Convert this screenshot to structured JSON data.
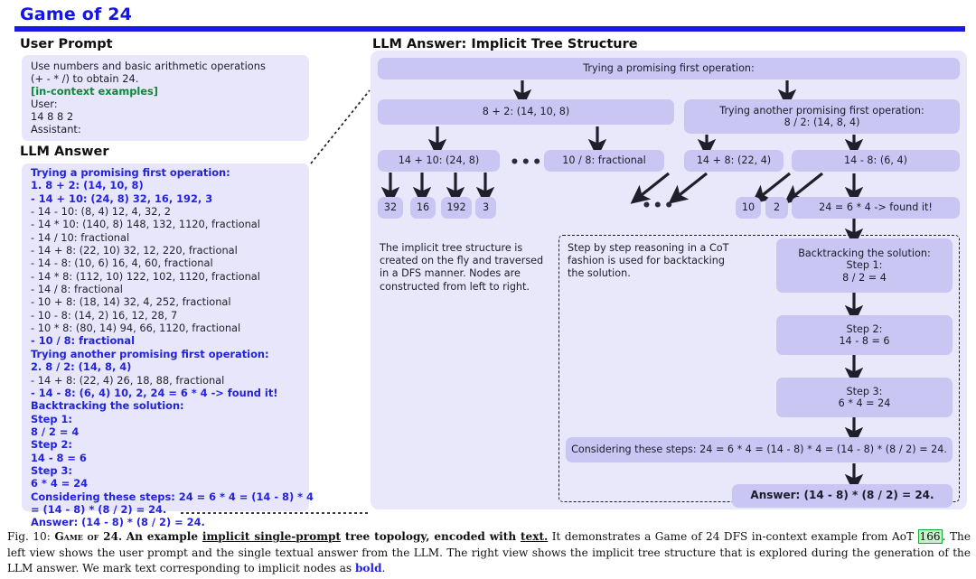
{
  "figure": {
    "title": "Game of 24",
    "accent_color": "#1a1ae8",
    "node_color": "#c9c6f4",
    "panel_color": "#e9e8fb",
    "box_color": "#e7e6fb"
  },
  "left": {
    "user_prompt_heading": "User Prompt",
    "llm_answer_heading": "LLM Answer",
    "prompt": {
      "line1": "Use numbers and basic arithmetic operations",
      "line2": "(+ - * /) to obtain 24.",
      "incontext": "[in-context examples]",
      "line4": "User:",
      "line5": "14 8 8 2",
      "line6": "Assistant:"
    },
    "answer_lines": [
      {
        "text": "Trying a promising first operation:",
        "bold": true
      },
      {
        "text": "1. 8 + 2: (14, 10, 8)",
        "bold": true
      },
      {
        "text": "- 14 + 10: (24, 8) 32, 16, 192, 3",
        "bold": true
      },
      {
        "text": "- 14 - 10: (8, 4) 12, 4, 32, 2",
        "bold": false
      },
      {
        "text": "- 14 * 10: (140, 8) 148, 132, 1120, fractional",
        "bold": false
      },
      {
        "text": "- 14 / 10: fractional",
        "bold": false
      },
      {
        "text": "- 14 + 8: (22, 10) 32, 12, 220, fractional",
        "bold": false
      },
      {
        "text": "- 14 - 8: (10, 6) 16, 4, 60, fractional",
        "bold": false
      },
      {
        "text": "- 14 * 8: (112, 10) 122, 102, 1120, fractional",
        "bold": false
      },
      {
        "text": "- 14 / 8: fractional",
        "bold": false
      },
      {
        "text": "- 10 + 8: (18, 14) 32, 4, 252, fractional",
        "bold": false
      },
      {
        "text": "- 10 - 8: (14, 2) 16, 12, 28, 7",
        "bold": false
      },
      {
        "text": "- 10 * 8: (80, 14) 94, 66, 1120, fractional",
        "bold": false
      },
      {
        "text": "- 10 / 8: fractional",
        "bold": true
      },
      {
        "text": "Trying another promising first operation:",
        "bold": true
      },
      {
        "text": "2. 8 / 2: (14, 8, 4)",
        "bold": true
      },
      {
        "text": "- 14 + 8: (22, 4) 26, 18, 88, fractional",
        "bold": false
      },
      {
        "text": "- 14 - 8: (6, 4) 10, 2, 24 = 6 * 4 -> found it!",
        "bold": true
      },
      {
        "text": "Backtracking the solution:",
        "bold": true
      },
      {
        "text": "Step 1:",
        "bold": true
      },
      {
        "text": "8 / 2 = 4",
        "bold": true
      },
      {
        "text": "Step 2:",
        "bold": true
      },
      {
        "text": "14 - 8 = 6",
        "bold": true
      },
      {
        "text": "Step 3:",
        "bold": true
      },
      {
        "text": "6 * 4 = 24",
        "bold": true
      },
      {
        "text": "Considering these steps: 24 = 6 * 4 = (14 - 8) * 4",
        "bold": true
      },
      {
        "text": "= (14 - 8) * (8 / 2) = 24.",
        "bold": true
      },
      {
        "text": "Answer: (14 - 8) * (8 / 2) = 24.",
        "bold": true
      }
    ]
  },
  "right": {
    "heading": "LLM Answer: Implicit Tree Structure",
    "nodes": {
      "root": "Trying a promising first operation:",
      "l1a": "8 + 2: (14, 10, 8)",
      "l1b": "Trying another promising first operation:\n8 / 2: (14, 8, 4)",
      "l2a": "14 + 10: (24, 8)",
      "l2b": "10 / 8: fractional",
      "l2c": "14 + 8: (22, 4)",
      "l2d": "14 - 8: (6, 4)",
      "leaf1": "32",
      "leaf2": "16",
      "leaf3": "192",
      "leaf4": "3",
      "leaf5": "10",
      "leaf6": "2",
      "leaf7": "24 = 6 * 4 -> found it!",
      "bt_step1": "Backtracking the solution:\nStep 1:\n8 / 2 = 4",
      "bt_step2": "Step 2:\n14 - 8 = 6",
      "bt_step3": "Step 3:\n6 * 4 = 24",
      "bt_consider": "Considering these steps: 24 = 6 * 4 = (14 - 8) * 4 = (14 - 8) * (8 / 2) = 24.",
      "bt_answer": "Answer: (14 - 8) * (8 / 2) = 24."
    },
    "ellipsis": "•••",
    "note_tree": "The implicit tree structure is\ncreated on the fly and traversed\nin a DFS manner. Nodes are\nconstructed from left to right.",
    "note_cot": "Step by step reasoning in a CoT\nfashion is used for backtacking\nthe solution."
  },
  "caption": {
    "prefix": "Fig. 10:",
    "smallcaps": "Game of 24.",
    "bold_underlined_1": "An example ",
    "bold_underlined_2": "implicit single-prompt",
    "bold_3": " tree topology, encoded with ",
    "bold_underlined_4": "text.",
    "body_1": " It demonstrates a Game of 24 DFS in-context example from AoT ",
    "cite": "166",
    "body_2": ". The left view shows the user prompt and the single textual answer from the LLM. The right view shows the implicit tree structure that is explored during the generation of the LLM answer. We mark text corresponding to implicit nodes as ",
    "bold_blue": "bold",
    "body_3": "."
  }
}
